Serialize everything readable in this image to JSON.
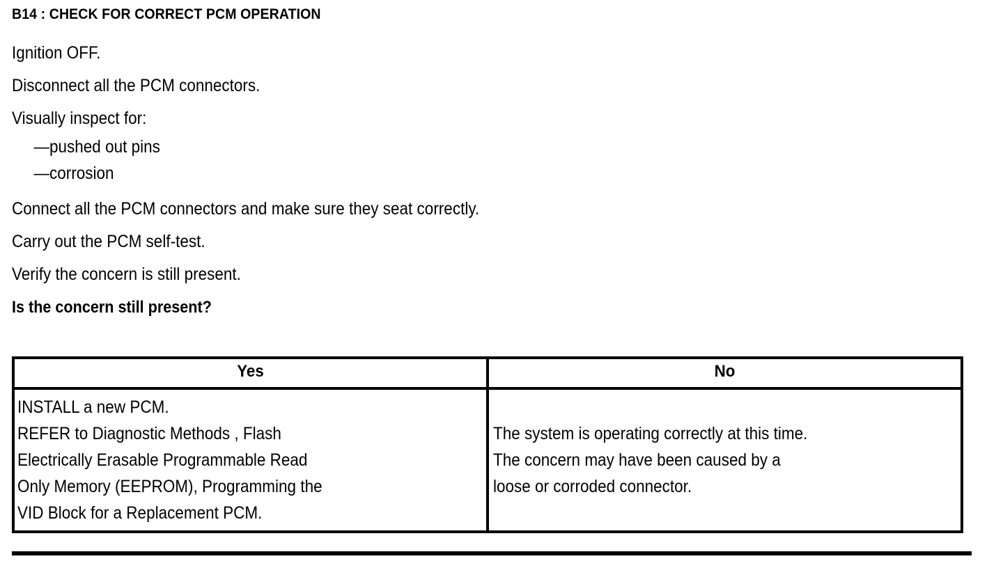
{
  "document": {
    "step_heading": "B14 : CHECK FOR CORRECT PCM OPERATION",
    "instructions": [
      {
        "text": "Ignition OFF.",
        "style": "normal"
      },
      {
        "text": "Disconnect all the PCM connectors.",
        "style": "normal"
      },
      {
        "text": "Visually inspect for:",
        "style": "normal"
      },
      {
        "text": "—pushed out pins",
        "style": "sub"
      },
      {
        "text": "—corrosion",
        "style": "sub"
      },
      {
        "text": "Connect all the PCM connectors and make sure they seat correctly.",
        "style": "normal"
      },
      {
        "text": "Carry out the PCM self-test.",
        "style": "normal"
      },
      {
        "text": "Verify the concern is still present.",
        "style": "normal"
      },
      {
        "text": "Is the concern still present?",
        "style": "bold"
      }
    ],
    "decision_table": {
      "columns": [
        "Yes",
        "No"
      ],
      "cells": {
        "yes": [
          "INSTALL a new PCM.",
          "REFER to Diagnostic Methods , Flash",
          "Electrically Erasable Programmable Read",
          "Only Memory  (EEPROM), Programming the",
          "VID Block for a Replacement PCM."
        ],
        "no": [
          "The system is operating correctly at this time.",
          "The concern may have been caused by a",
          "loose or corroded connector."
        ]
      }
    }
  },
  "colors": {
    "ink": "#000000",
    "paper": "#ffffff"
  }
}
